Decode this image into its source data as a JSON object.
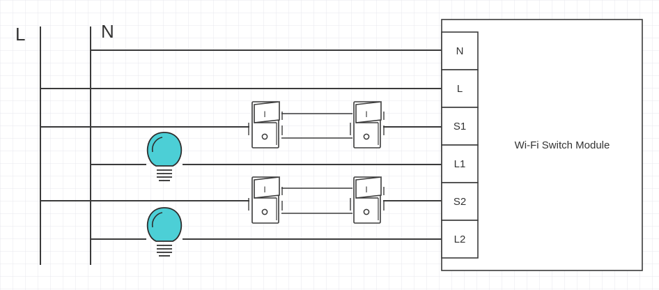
{
  "bus_labels": {
    "line": "L",
    "neutral": "N"
  },
  "module": {
    "title": "Wi-Fi Switch Module",
    "terminals": [
      "N",
      "L",
      "S1",
      "L1",
      "S2",
      "L2"
    ]
  },
  "switch_symbol": {
    "on_mark": "I"
  },
  "colors": {
    "wire": "#3a3a3a",
    "bulb": "#4ccfd6",
    "grid": "#e7e7ee",
    "text": "#333333"
  }
}
